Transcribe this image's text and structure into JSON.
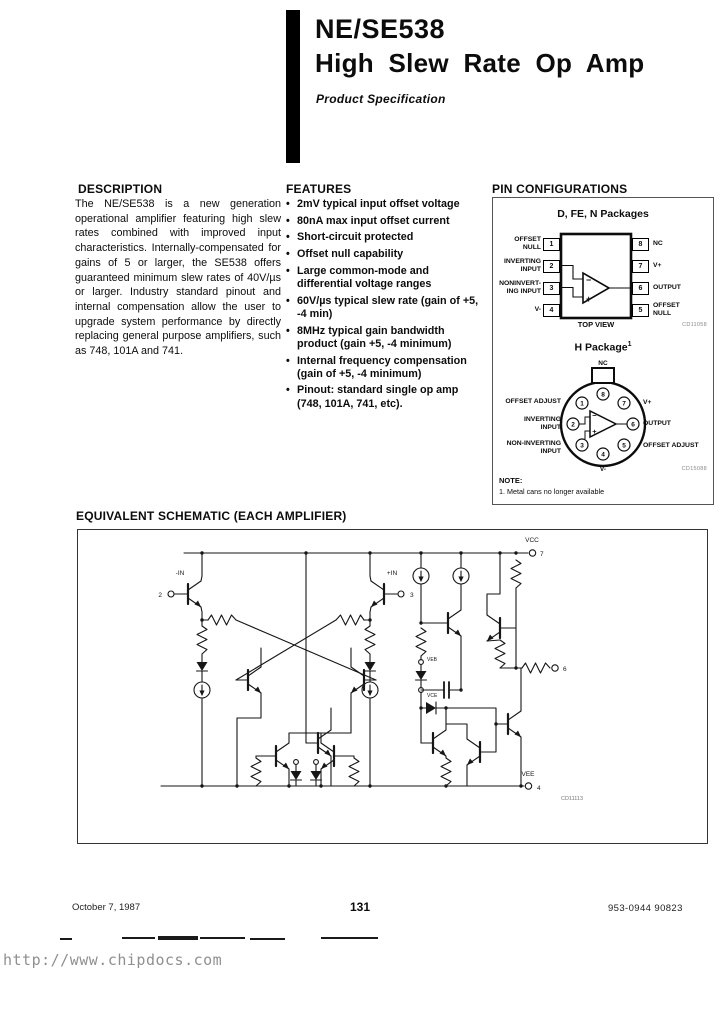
{
  "header": {
    "part_number": "NE/SE538",
    "title": "High Slew Rate Op Amp",
    "subtitle": "Product Specification"
  },
  "description": {
    "heading": "DESCRIPTION",
    "body": "The NE/SE538 is a new generation operational amplifier featuring high slew rates combined with improved input characteristics. Internally-compensated for gains of 5 or larger, the SE538 offers guaranteed minimum slew rates of 40V/µs or larger. Industry standard pinout and internal compensation allow the user to upgrade system performance by directly replacing general purpose amplifiers, such as 748, 101A and 741."
  },
  "features": {
    "heading": "FEATURES",
    "items": [
      "2mV typical input offset voltage",
      "80nA max input offset current",
      "Short-circuit protected",
      "Offset null capability",
      "Large common-mode and differential voltage ranges",
      "60V/µs typical slew rate (gain of +5, -4 min)",
      "8MHz typical gain bandwidth product (gain +5, -4 minimum)",
      "Internal frequency compensation (gain of +5, -4 minimum)",
      "Pinout: standard single op amp (748, 101A, 741, etc)."
    ]
  },
  "pin_configurations": {
    "heading": "PIN CONFIGURATIONS",
    "dip": {
      "title": "D, FE, N Packages",
      "left_pins": [
        {
          "num": "1",
          "label": "OFFSET\nNULL"
        },
        {
          "num": "2",
          "label": "INVERTING\nINPUT"
        },
        {
          "num": "3",
          "label": "NONINVERT-\nING INPUT"
        },
        {
          "num": "4",
          "label": "V-"
        }
      ],
      "right_pins": [
        {
          "num": "8",
          "label": "NC"
        },
        {
          "num": "7",
          "label": "V+"
        },
        {
          "num": "6",
          "label": "OUTPUT"
        },
        {
          "num": "5",
          "label": "OFFSET\nNULL"
        }
      ],
      "opamp_minus": "−",
      "opamp_plus": "+",
      "caption": "TOP VIEW",
      "fig_code": "CD11058"
    },
    "h_package": {
      "title": "H Package",
      "title_sup": "1",
      "top_label": "NC",
      "bottom_label": "V-",
      "left_labels": [
        {
          "pin": "1",
          "label": "OFFSET ADJUST"
        },
        {
          "pin": "2",
          "label": "INVERTING\nINPUT"
        },
        {
          "pin": "3",
          "label": "NON-INVERTING\nINPUT"
        }
      ],
      "right_labels": [
        {
          "pin": "7",
          "label": "V+"
        },
        {
          "pin": "6",
          "label": "OUTPUT"
        },
        {
          "pin": "5",
          "label": "OFFSET ADJUST"
        }
      ],
      "pin_numbers": [
        "1",
        "2",
        "3",
        "4",
        "5",
        "6",
        "7",
        "8"
      ],
      "opamp_minus": "−",
      "opamp_plus": "+",
      "fig_code": "CD15088"
    },
    "note_heading": "NOTE:",
    "note_body": "1. Metal cans no longer available"
  },
  "schematic": {
    "heading": "EQUIVALENT SCHEMATIC (EACH AMPLIFIER)",
    "labels": {
      "vcc": "VCC",
      "vcc_pin": "7",
      "vee": "VEE",
      "vee_pin": "4",
      "out_pin": "6",
      "inv_in": "-IN",
      "inv_pin": "2",
      "noninv_in": "+IN",
      "noninv_pin": "3",
      "bias_top": "VEB",
      "bias_bottom": "VCE",
      "fig_code": "CD11113"
    }
  },
  "footer": {
    "date": "October 7, 1987",
    "page_number": "131",
    "doc_code": "953-0944 90823"
  },
  "watermark_url": "http://www.chipdocs.com"
}
